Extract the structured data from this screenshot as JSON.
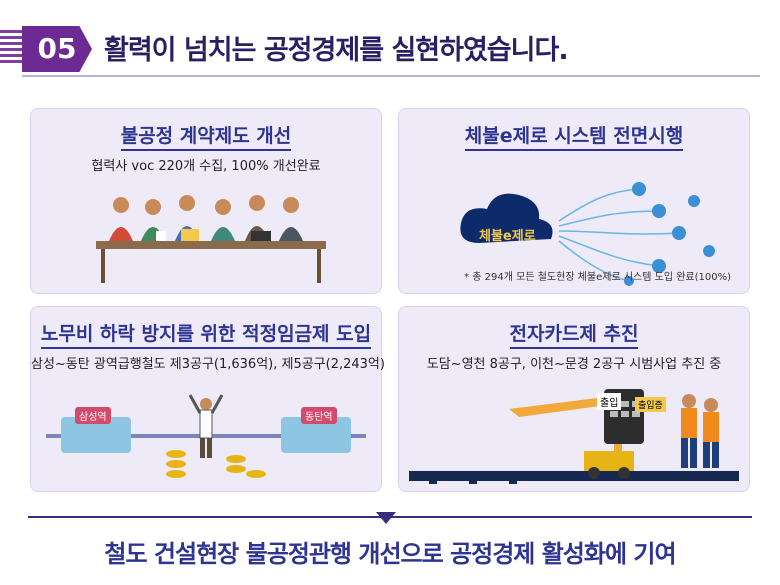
{
  "header": {
    "number": "05",
    "title": "활력이 넘치는 공정경제를 실현하였습니다."
  },
  "cards": [
    {
      "title": "불공정 계약제도 개선",
      "subtitle": "협력사 voc 220개 수집, 100% 개선완료"
    },
    {
      "title": "체불e제로 시스템 전면시행",
      "cloud_label": "체불e제로",
      "note": "* 총 294개 모든 철도현장 체불e제로 시스템 도입 완료(100%)"
    },
    {
      "title": "노무비 하락 방지를 위한 적정임금제 도입",
      "subtitle": "삼성~동탄 광역급행철도 제3공구(1,636억), 제5공구(2,243억)",
      "station_left": "삼성역",
      "station_right": "동탄역"
    },
    {
      "title": "전자카드제 추진",
      "subtitle": "도담~영천 8공구, 이천~문경 2공구 시범사업 추진 중",
      "tag_in": "출입",
      "tag_card": "출입증"
    }
  ],
  "conclusion": "철도 건설현장 불공정관행 개선으로 공정경제 활성화에 기여",
  "colors": {
    "accent": "#6c2a92",
    "title": "#2b1f63",
    "card_title": "#2d3491",
    "card_bg": "#eeeaf8"
  }
}
